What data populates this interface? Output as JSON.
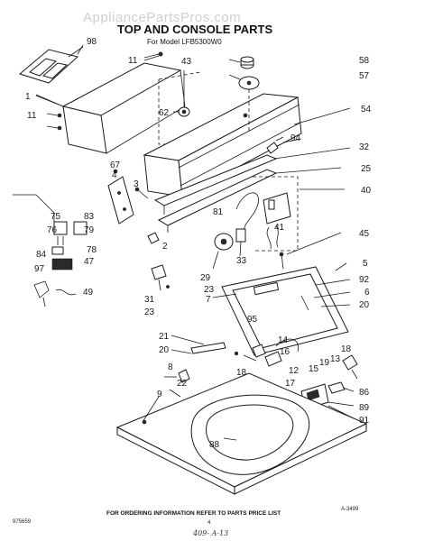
{
  "watermark": "AppliancePartsPros.com",
  "title": "TOP AND CONSOLE PARTS",
  "subtitle": "For Model LFB5300W0",
  "footer_note": "FOR ORDERING INFORMATION REFER TO PARTS PRICE LIST",
  "doc_code": "975659",
  "page_number": "4",
  "figure_code": "A-3499",
  "handwritten_note": "409- A-13",
  "callouts": [
    "98",
    "11",
    "43",
    "58",
    "57",
    "1",
    "11",
    "62",
    "54",
    "94",
    "32",
    "67",
    "4",
    "3",
    "25",
    "40",
    "75",
    "83",
    "76",
    "79",
    "78",
    "84",
    "47",
    "81",
    "41",
    "97",
    "2",
    "45",
    "49",
    "29",
    "33",
    "5",
    "92",
    "6",
    "20",
    "7",
    "23",
    "31",
    "23",
    "95",
    "21",
    "20",
    "14",
    "18",
    "13",
    "16",
    "15",
    "19",
    "12",
    "17",
    "8",
    "18",
    "86",
    "89",
    "91",
    "22",
    "9",
    "88"
  ]
}
